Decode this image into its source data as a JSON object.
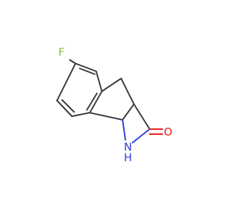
{
  "molecule": {
    "atoms": {
      "fluorine": "F",
      "oxygen": "O",
      "nitrogen": "N",
      "hydrogen": "H"
    },
    "colors": {
      "bond": "#3a3a3a",
      "fluorine": "#8dbe3a",
      "oxygen": "#e8191c",
      "nitrogen": "#2b3fd6"
    }
  }
}
